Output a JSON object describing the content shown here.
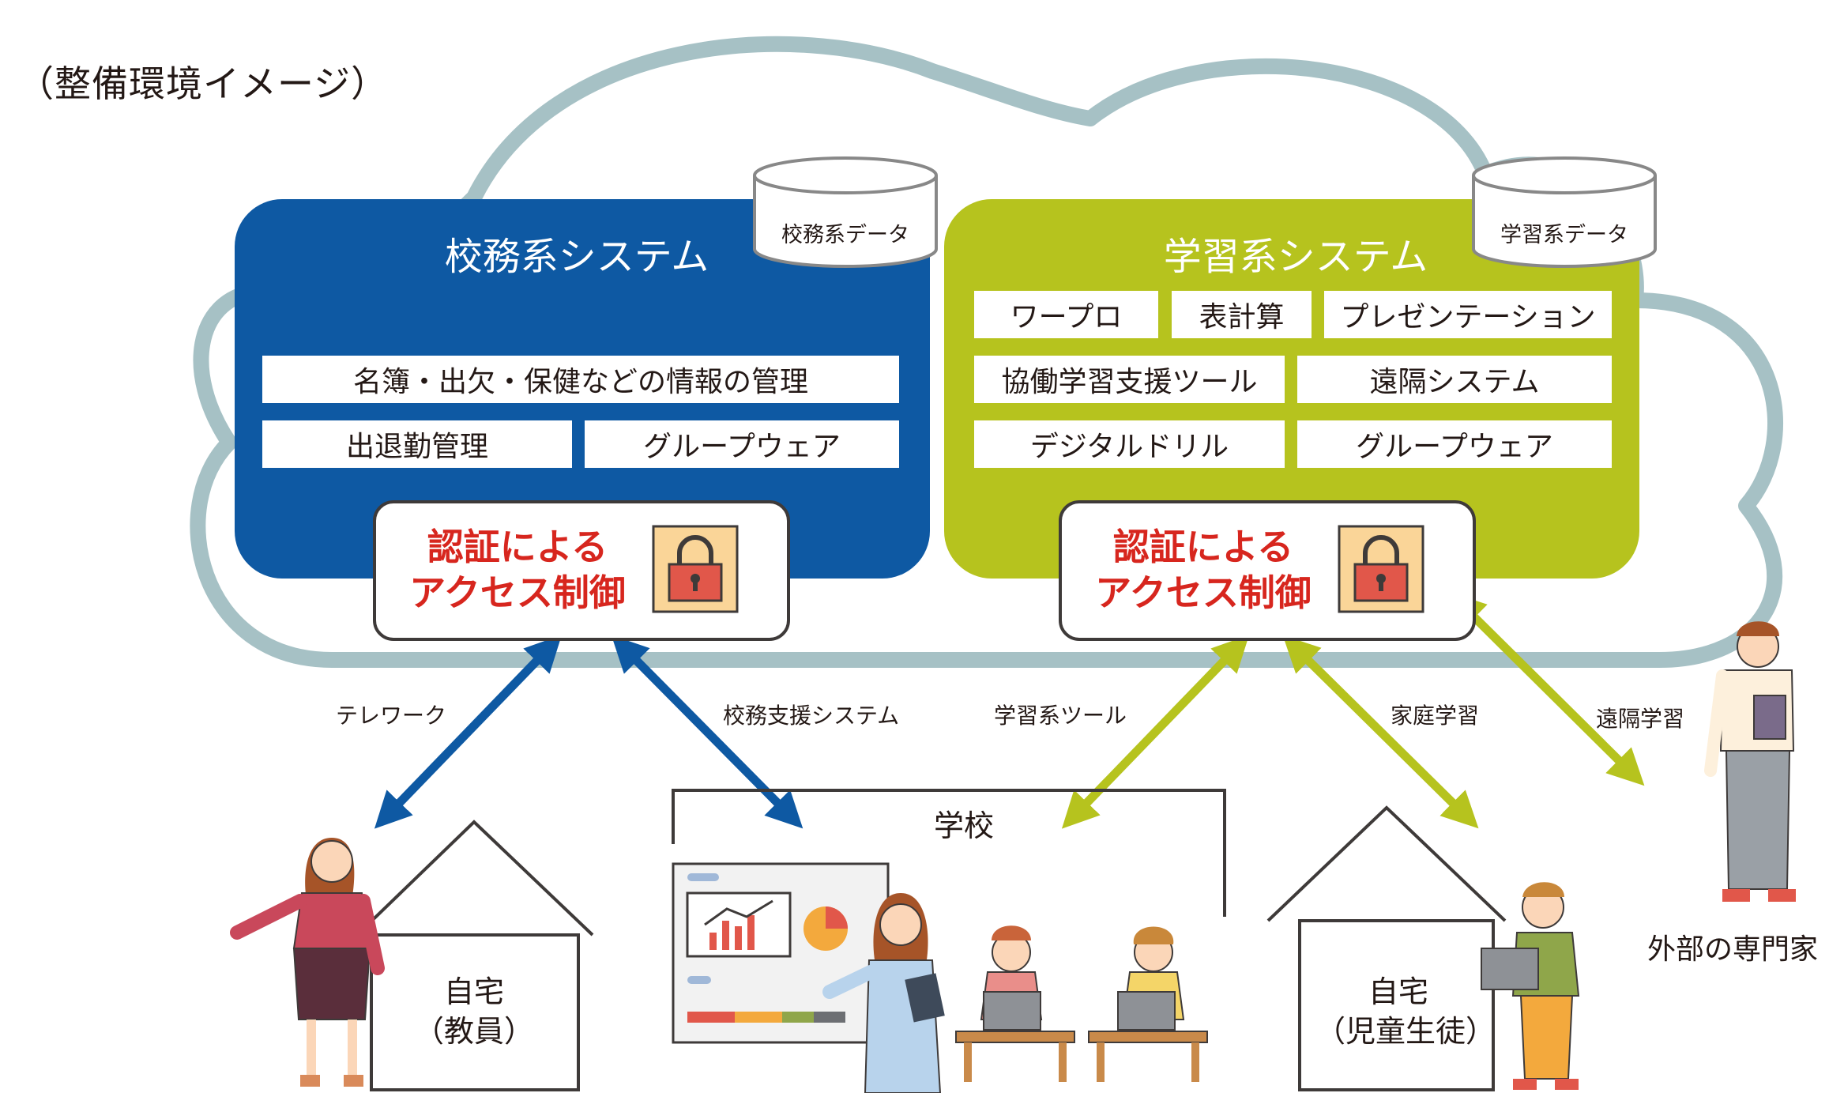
{
  "page_title": "（整備環境イメージ）",
  "colors": {
    "cloud_outline": "#a6c1c5",
    "admin_blue": "#0e59a3",
    "learning_green": "#b6c31e",
    "auth_red": "#d7261e",
    "lock_bg": "#fad598",
    "lock_body": "#e1574a"
  },
  "admin_system": {
    "title": "校務系システム",
    "database": "校務系データ",
    "functions": [
      "名簿・出欠・保健などの情報の管理",
      "出退勤管理",
      "グループウェア"
    ],
    "auth": [
      "認証による",
      "アクセス制御"
    ],
    "auth_icon": "padlock-icon"
  },
  "learning_system": {
    "title": "学習系システム",
    "database": "学習系データ",
    "functions": [
      "ワープロ",
      "表計算",
      "プレゼンテーション",
      "協働学習支援ツール",
      "遠隔システム",
      "デジタルドリル",
      "グループウェア"
    ],
    "auth": [
      "認証による",
      "アクセス制御"
    ],
    "auth_icon": "padlock-icon"
  },
  "connections": [
    "テレワーク",
    "校務支援システム",
    "学習系ツール",
    "家庭学習",
    "遠隔学習"
  ],
  "locations": {
    "teacher_home": [
      "自宅",
      "（教員）"
    ],
    "school": "学校",
    "student_home": [
      "自宅",
      "（児童生徒）"
    ],
    "expert": "外部の専門家"
  }
}
